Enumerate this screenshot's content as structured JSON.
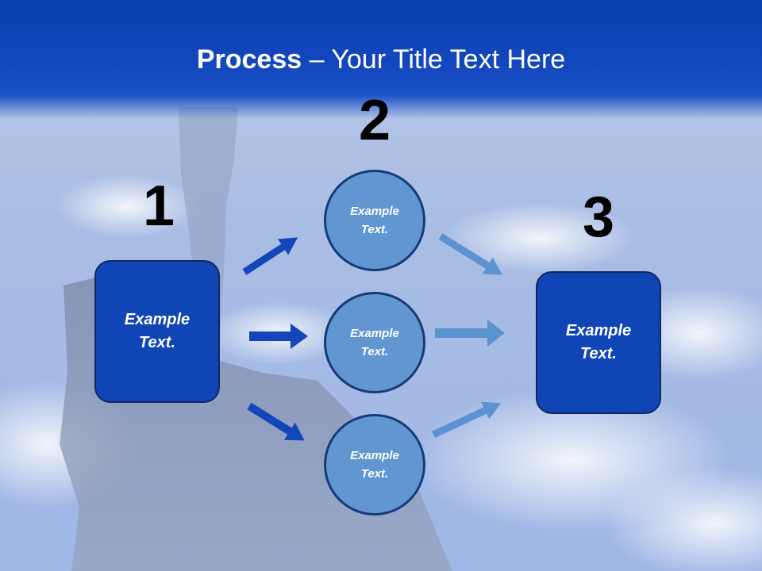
{
  "slide": {
    "title_bold": "Process",
    "title_rest": " – Your Title Text Here",
    "step_numbers": [
      "1",
      "2",
      "3"
    ],
    "left_box": {
      "line1": "Example",
      "line2": "Text."
    },
    "right_box": {
      "line1": "Example",
      "line2": "Text."
    },
    "circles": [
      {
        "line1": "Example",
        "line2": "Text."
      },
      {
        "line1": "Example",
        "line2": "Text."
      },
      {
        "line1": "Example",
        "line2": "Text."
      }
    ]
  },
  "colors": {
    "header": "#0c3fb0",
    "box_fill": "#0f45b4",
    "circle_fill": "#6196d0",
    "arrow_dark": "#1346b8",
    "arrow_light": "#5b92d0"
  },
  "icons": [
    "arrow-right-icon"
  ]
}
